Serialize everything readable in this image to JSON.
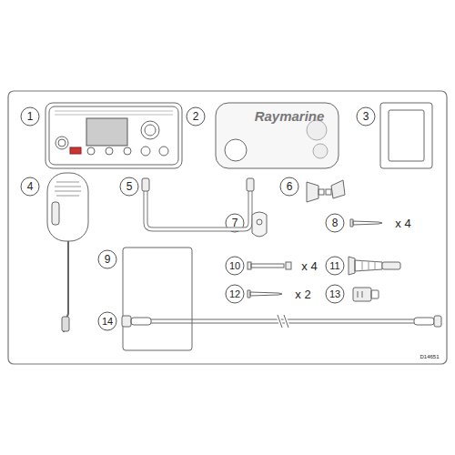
{
  "diagram": {
    "labels": [
      "1",
      "2",
      "3",
      "4",
      "5",
      "6",
      "7",
      "8",
      "9",
      "10",
      "11",
      "12",
      "13",
      "14",
      "x 4",
      "x 4",
      "x 2",
      "Raymarine",
      "D14651"
    ]
  }
}
